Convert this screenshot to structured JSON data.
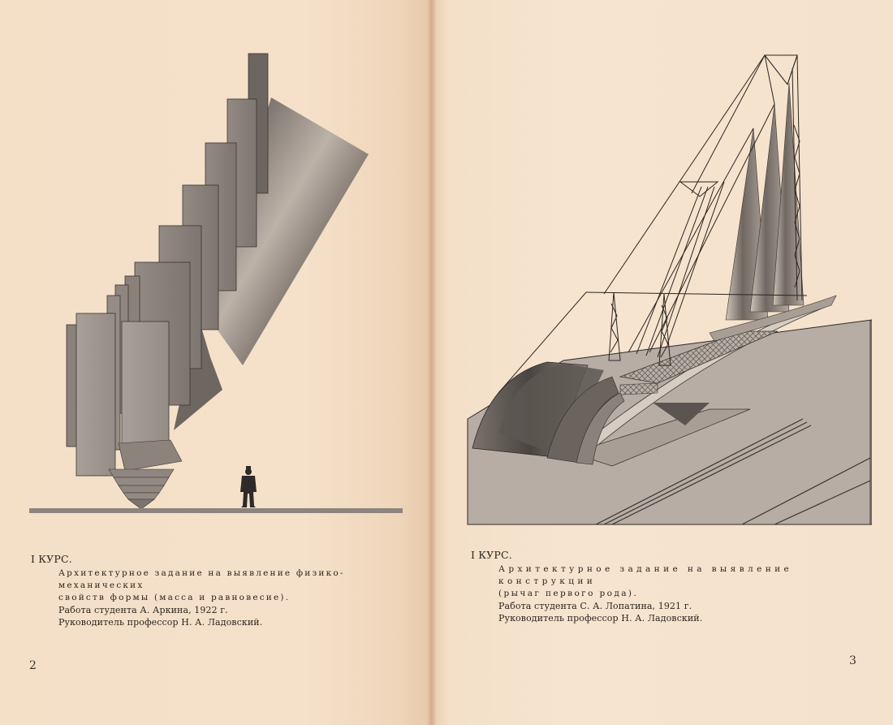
{
  "spread": {
    "left_page": {
      "page_number": "2",
      "figure": {
        "description": "Constructivist composition of stacked grey rectangular slabs balanced on an inverted stepped pyramid point, with a small human silhouette for scale and a ground line",
        "icon": "architectural-drawing-mass-balance"
      },
      "caption": {
        "course": "I КУРС.",
        "task_line1": "Архитектурное задание на выявление физико-механических",
        "task_line2": "свойств формы (масса и равновесие).",
        "student": "Работа студента А. Аркина, 1922 г.",
        "supervisor": "Руководитель профессор Н. А. Ладовский."
      }
    },
    "right_page": {
      "page_number": "3",
      "figure": {
        "description": "Perspective drawing of a cantilevered lever structure: tall stippled pylons with a lattice mast, cable stays, a gridded deck bridge, curved ribbed shells and a flat ground plane with parallel stripes",
        "icon": "architectural-drawing-lever-construction"
      },
      "caption": {
        "course": "I КУРС.",
        "task_line1": "Архитектурное задание на выявление конструкции",
        "task_line2": "(рычаг первого рода).",
        "student": "Работа студента С. А. Лопатина, 1921 г.",
        "supervisor": "Руководитель профессор Н. А. Ладовский."
      }
    }
  },
  "colors": {
    "paper": "#f4dfc7",
    "ink": "#2b2520",
    "slab_grey": "#8f8680",
    "dark_grey": "#3d3834"
  }
}
